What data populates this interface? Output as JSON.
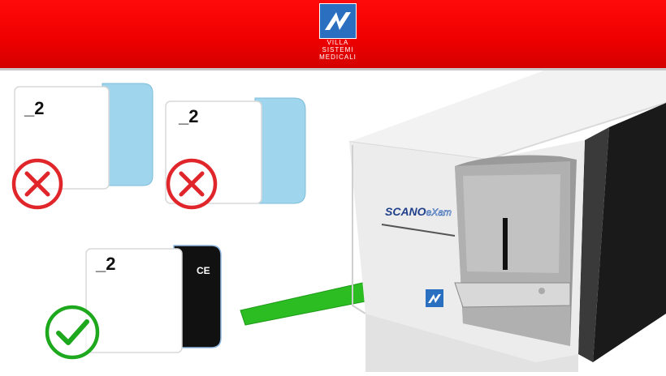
{
  "header": {
    "brand_colors": {
      "primary": "#f00000",
      "logo": "#2a6fc0"
    },
    "logo": {
      "line1": "VILLA",
      "line2": "SISTEMI",
      "line3": "MEDICALI"
    }
  },
  "plates": [
    {
      "number": "_2",
      "status": "incorrect",
      "status_icon": "x-circle-icon"
    },
    {
      "number": "_2",
      "status": "incorrect",
      "status_icon": "x-circle-icon"
    },
    {
      "number": "_2",
      "status": "correct",
      "status_icon": "check-circle-icon",
      "back_mark": "CE"
    }
  ],
  "scanner": {
    "brand": "SCANO",
    "brand_sub": "eXam"
  },
  "colors": {
    "wrong": "#e0262b",
    "right": "#1ea81e",
    "arrow": "#2bbd22",
    "plate_blue": "#9fd6ee",
    "plate_black": "#111111"
  }
}
